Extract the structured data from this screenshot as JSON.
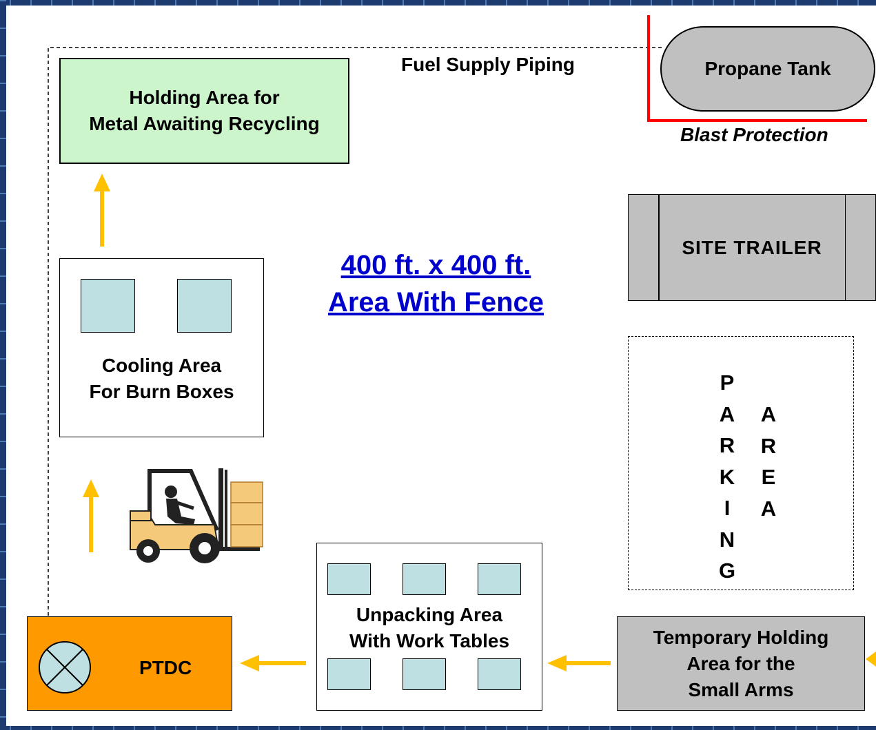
{
  "labels": {
    "fuel_piping": "Fuel Supply Piping",
    "propane_tank": "Propane Tank",
    "blast_protection": "Blast Protection",
    "holding_area_line1": "Holding Area for",
    "holding_area_line2": "Metal Awaiting Recycling",
    "title_line1": "400 ft. x 400 ft.",
    "title_line2": "Area With Fence",
    "site_trailer": "SITE TRAILER",
    "cooling_line1": "Cooling Area",
    "cooling_line2": "For Burn Boxes",
    "parking_col1": [
      "P",
      "A",
      "R",
      "K",
      "I",
      "N",
      "G"
    ],
    "parking_col2": [
      "A",
      "R",
      "E",
      "A"
    ],
    "unpacking_line1": "Unpacking Area",
    "unpacking_line2": "With Work Tables",
    "temp_line1": "Temporary Holding",
    "temp_line2": "Area for  the",
    "temp_line3": "Small Arms",
    "ptdc": "PTDC"
  },
  "colors": {
    "holding_area": "#ccf5cc",
    "propane_tank": "#c0c0c0",
    "site_trailer": "#c0c0c0",
    "temp_holding": "#c0c0c0",
    "ptdc": "#ff9900",
    "work_table": "#bfe0e2",
    "arrow": "#ffc000",
    "blast_wall": "#ff0000",
    "title_link": "#0000cc",
    "frame": "#1d3b6e"
  },
  "icons": {
    "forklift": "forklift-icon",
    "valve": "valve-icon"
  }
}
